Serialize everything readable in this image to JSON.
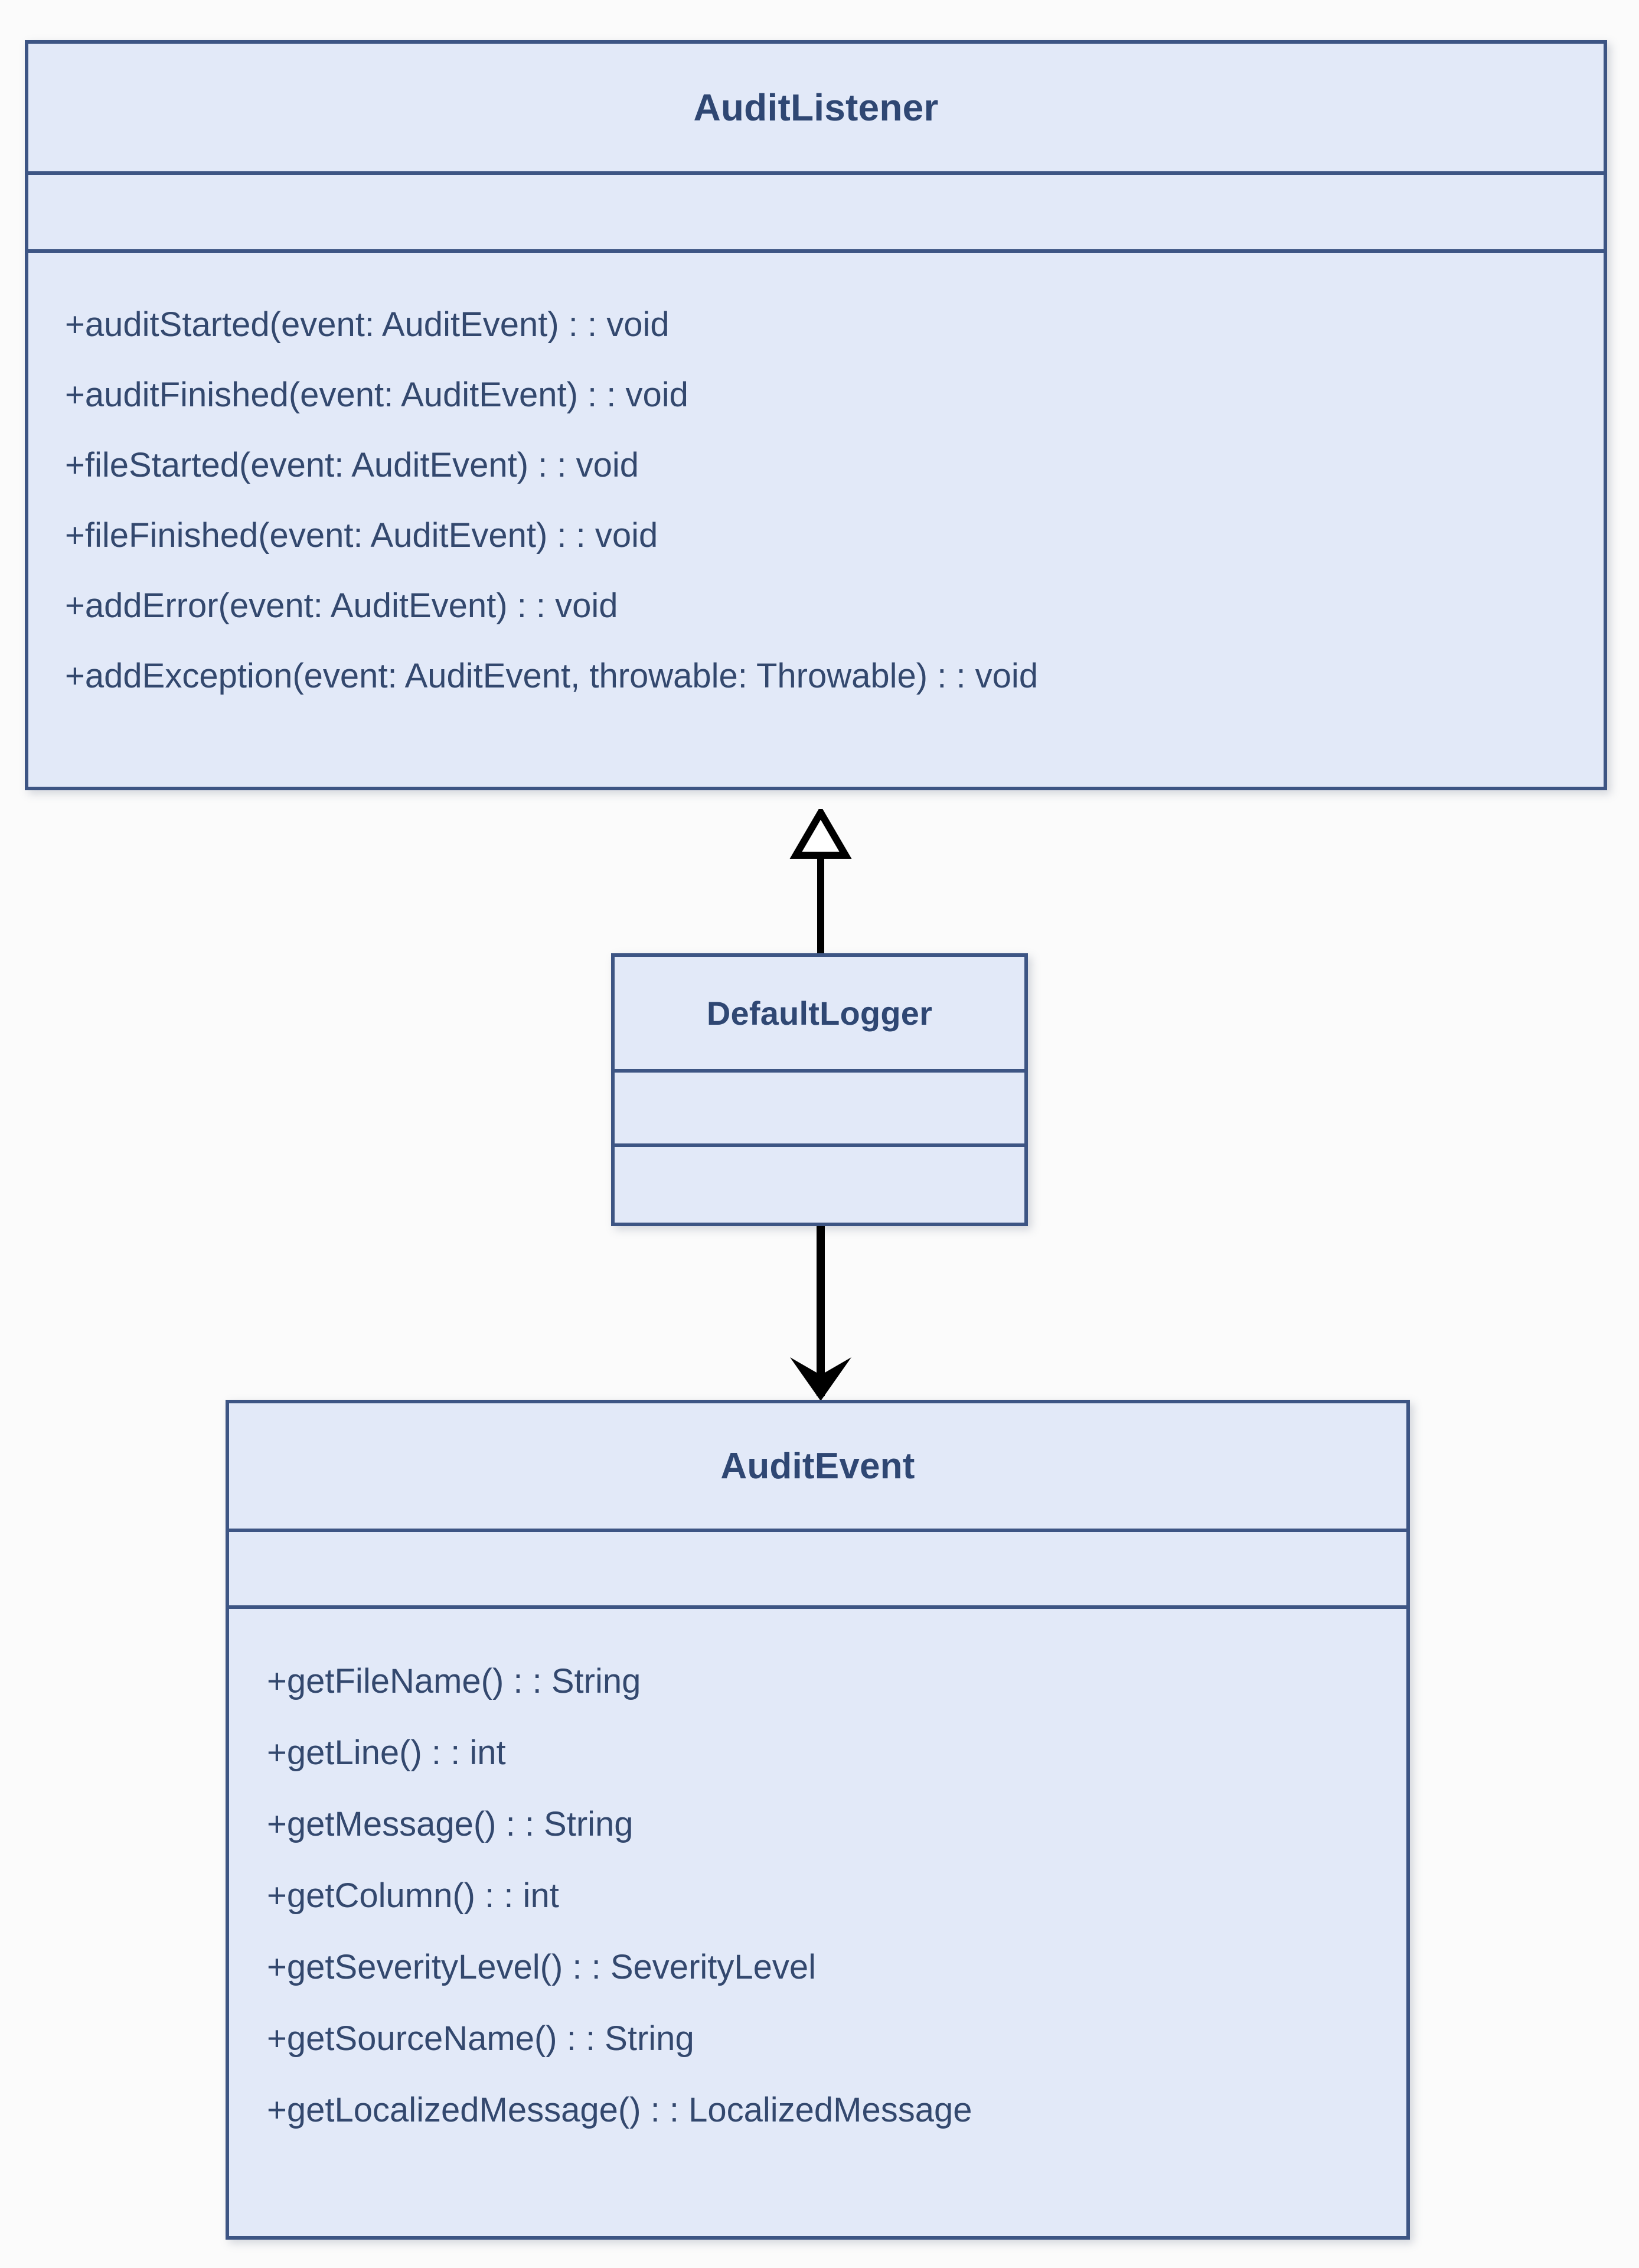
{
  "diagram": {
    "type": "uml-class-diagram",
    "background_color": "#fbfbfb",
    "box_fill_color": "#e2e9f8",
    "box_border_color": "#3d5584",
    "text_color": "#33486e",
    "title_color": "#2f4773",
    "connector_color": "#000000"
  },
  "classes": {
    "audit_listener": {
      "name": "AuditListener",
      "attributes": [],
      "methods": [
        "+auditStarted(event: AuditEvent) : : void",
        "+auditFinished(event: AuditEvent) : : void",
        "+fileStarted(event: AuditEvent) : : void",
        "+fileFinished(event: AuditEvent) : : void",
        "+addError(event: AuditEvent) : : void",
        "+addException(event: AuditEvent, throwable: Throwable) : : void"
      ]
    },
    "default_logger": {
      "name": "DefaultLogger",
      "attributes": [],
      "methods": []
    },
    "audit_event": {
      "name": "AuditEvent",
      "attributes": [],
      "methods": [
        "+getFileName() : : String",
        "+getLine() : : int",
        "+getMessage() : : String",
        "+getColumn() : : int",
        "+getSeverityLevel() : : SeverityLevel",
        "+getSourceName() : : String",
        "+getLocalizedMessage() : : LocalizedMessage"
      ]
    }
  },
  "relationships": [
    {
      "id": "generalization",
      "kind": "generalization",
      "arrowhead": "hollow-triangle",
      "from": "DefaultLogger",
      "to": "AuditListener",
      "direction": "up",
      "label": ""
    },
    {
      "id": "association",
      "kind": "association",
      "arrowhead": "open-arrow",
      "from": "DefaultLogger",
      "to": "AuditEvent",
      "direction": "down",
      "label": ""
    }
  ]
}
